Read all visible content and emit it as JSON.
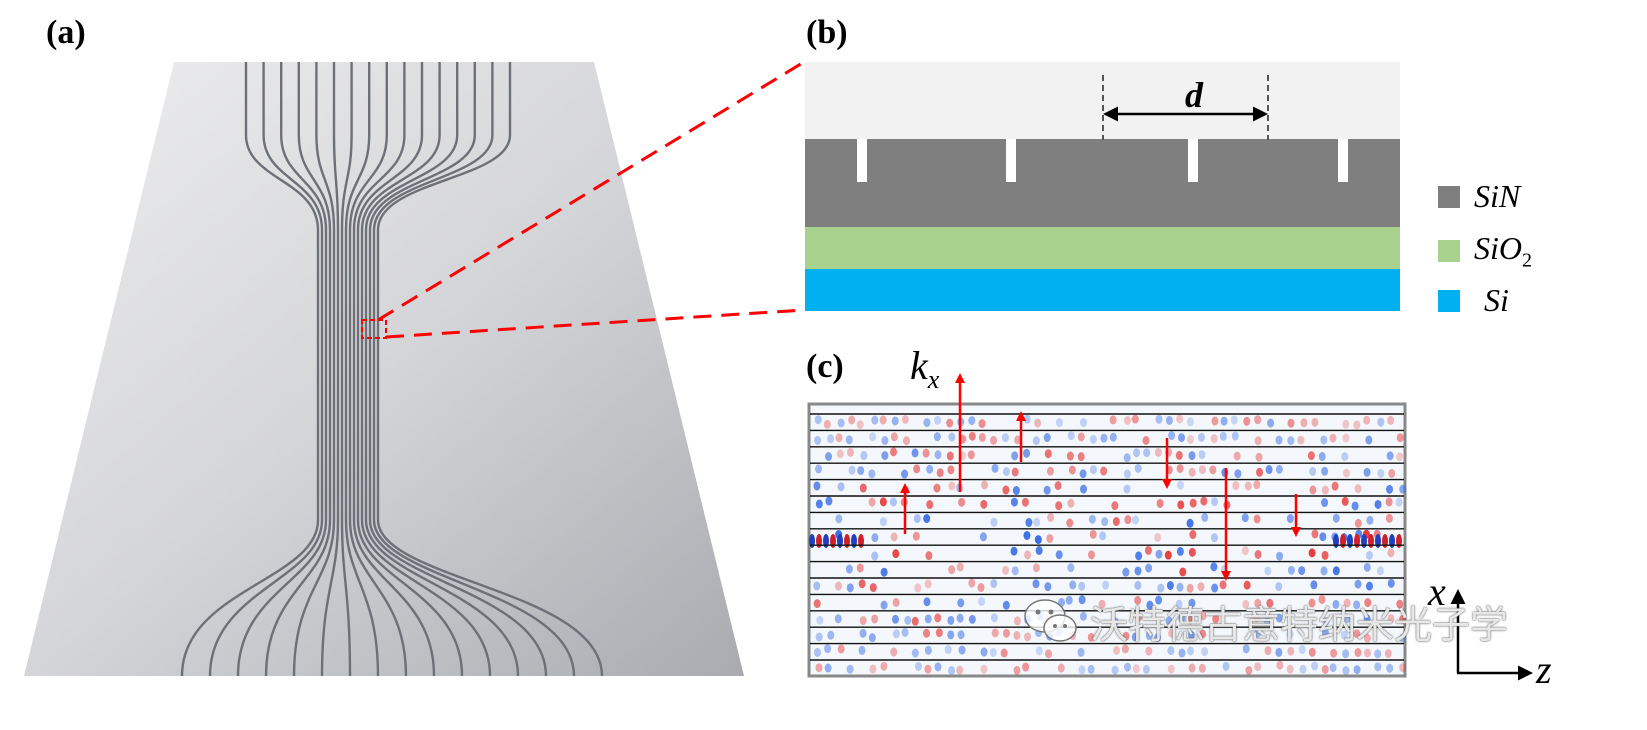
{
  "panels": {
    "a": "(a)",
    "b": "(b)",
    "c": "(c)"
  },
  "dimension_label": "d",
  "legend": [
    {
      "name": "SiN",
      "color": "#7f7f7f"
    },
    {
      "name": "SiO",
      "sub": "2",
      "color": "#a9d18e"
    },
    {
      "name": "Si",
      "color": "#00b0f0"
    }
  ],
  "axes": {
    "kx_main": "k",
    "kx_sub": "x",
    "x": "x",
    "z": "z"
  },
  "watermark": "沃特德古意特纳米光子学",
  "colors": {
    "zoom_line": "#ff0000",
    "arrow": "#ff0000",
    "sin": "#7f7f7f",
    "sio2": "#a9d18e",
    "si": "#00b0f0"
  }
}
